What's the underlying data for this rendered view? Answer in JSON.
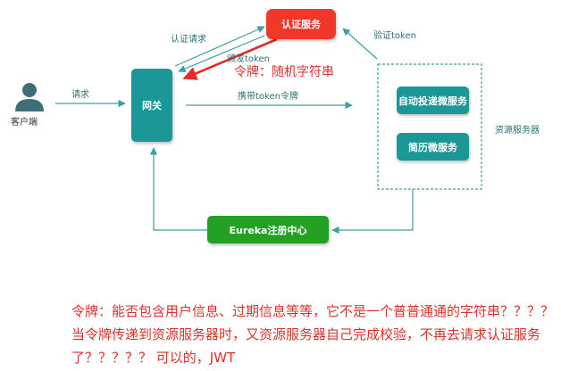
{
  "nodes": {
    "client": "客户端",
    "gateway": "网关",
    "auth": "认证服务",
    "svc_delivery": "自动投递微服务",
    "svc_resume": "简历微服务",
    "resource_group": "资源服务器",
    "eureka": "Eureka注册中心"
  },
  "edges": {
    "request": "请求",
    "auth_request": "认证请求",
    "issue_token": "颁发token",
    "carry_token": "携带token令牌",
    "verify_token": "验证token"
  },
  "annotation": "令牌：随机字符串",
  "note": "令牌：能否包含用户信息、过期信息等等，它不是一个普普通通的字符串？？？？ 当令牌传递到资源服务器时，又资源服务器自己完成校验，不再去请求认证服务了？？？？？ 可以的，JWT",
  "colors": {
    "teal": "#1a9796",
    "auth_red": "#f0372a",
    "eureka_green": "#24a124",
    "annotation_red": "#d9322b"
  }
}
